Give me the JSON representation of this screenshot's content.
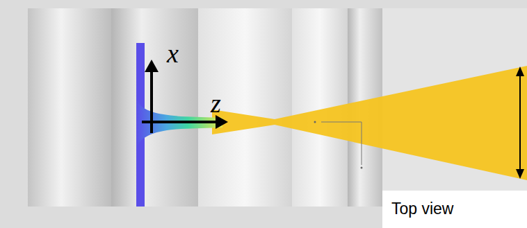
{
  "diagram": {
    "labels": [
      "x",
      "z",
      "Top view"
    ]
  }
}
